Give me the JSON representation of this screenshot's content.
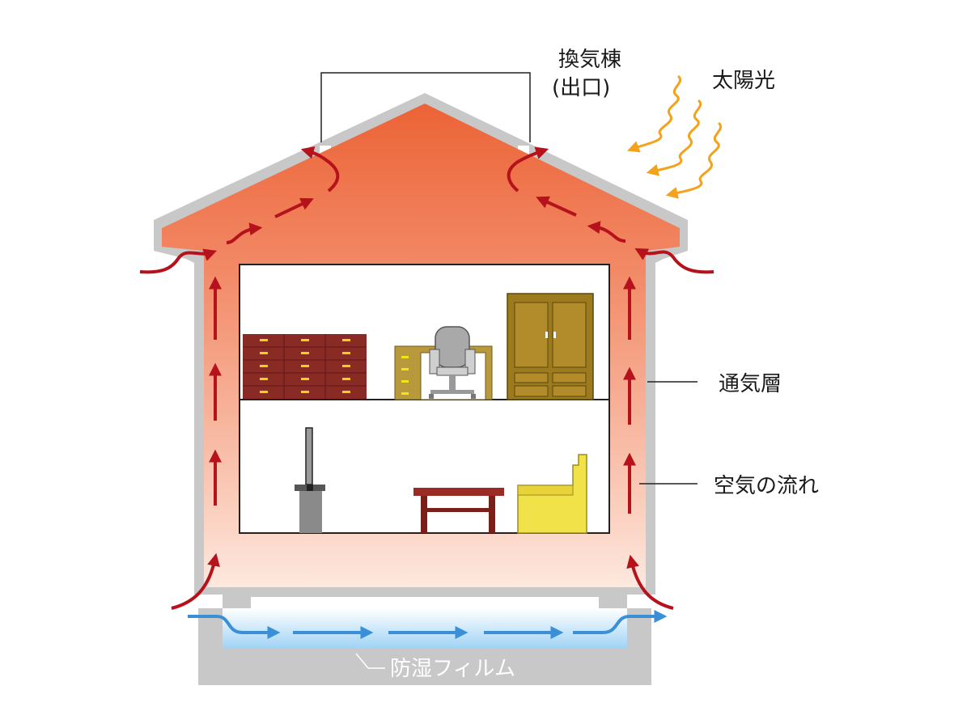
{
  "labels": {
    "ridge_vent_line1": "換気棟",
    "ridge_vent_line2": "(出口)",
    "sunlight": "太陽光",
    "ventilation_layer": "通気層",
    "air_flow": "空気の流れ",
    "moisture_film": "防湿フィルム"
  },
  "colors": {
    "warm_top": "#ee6a3c",
    "warm_bottom": "#fde6dc",
    "arrow_red": "#b5121b",
    "wall_gray": "#c8c8c8",
    "water_blue": "#3a8fd6",
    "sun_orange": "#f4a21c"
  }
}
